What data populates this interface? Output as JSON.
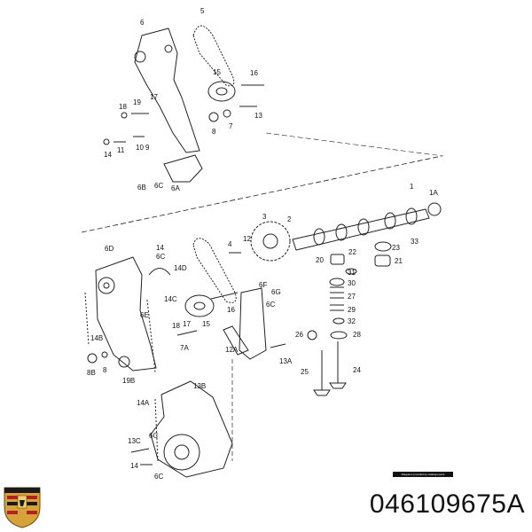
{
  "banner_text": "Diagrams provided by catalogs parts",
  "part_number": "046109675A",
  "logo": {
    "name": "porsche-crest",
    "text": "PORSCHE"
  },
  "colors": {
    "line": "#222222",
    "ink": "#111111",
    "logo_gold": "#d8a23a",
    "logo_red": "#b22222"
  },
  "callouts": [
    "6",
    "5",
    "15",
    "16",
    "17",
    "18",
    "19",
    "8",
    "7",
    "13",
    "10",
    "9",
    "14",
    "11",
    "6B",
    "6C",
    "6A",
    "1",
    "1A",
    "2",
    "3",
    "4",
    "12",
    "22",
    "23",
    "33",
    "21",
    "20",
    "31",
    "30",
    "27",
    "29",
    "32",
    "28",
    "26",
    "24",
    "25",
    "6D",
    "14",
    "6C",
    "14D",
    "14C",
    "6E",
    "14B",
    "17",
    "18",
    "15",
    "16",
    "6F",
    "6G",
    "6C",
    "7A",
    "12A",
    "13A",
    "8B",
    "8",
    "19B",
    "13B",
    "14A",
    "6C",
    "13C",
    "14",
    "6C"
  ]
}
